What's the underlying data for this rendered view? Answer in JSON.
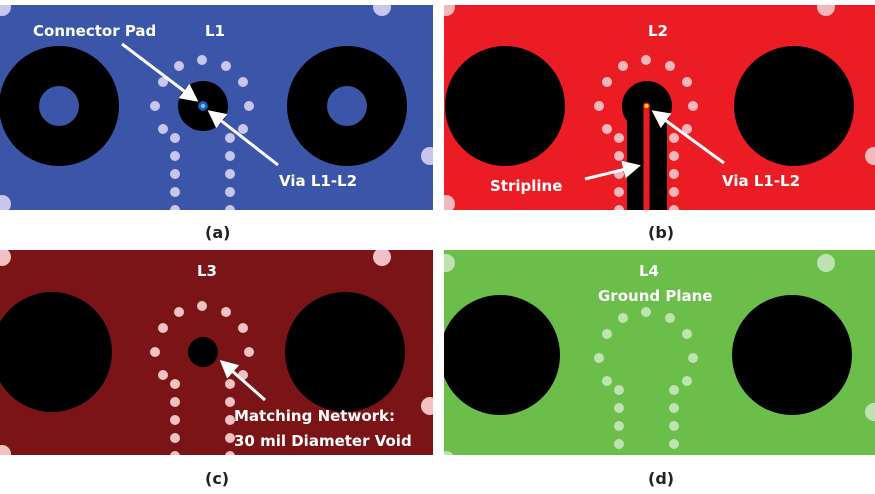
{
  "colors": {
    "l1": "#3b56a9",
    "l2": "#ec1c24",
    "l3": "#7b1416",
    "l4": "#6bbe4a",
    "void": "#000000"
  },
  "panels": [
    {
      "layer": "L1",
      "caption": "(a)",
      "labels": [
        "Connector Pad",
        "Via L1-L2"
      ]
    },
    {
      "layer": "L2",
      "caption": "(b)",
      "labels": [
        "Stripline",
        "Via L1-L2"
      ]
    },
    {
      "layer": "L3",
      "caption": "(c)",
      "labels": [
        "Matching Network:",
        "30 mil Diameter Void"
      ]
    },
    {
      "layer": "L4",
      "caption": "(d)",
      "labels": [
        "Ground Plane"
      ]
    }
  ]
}
